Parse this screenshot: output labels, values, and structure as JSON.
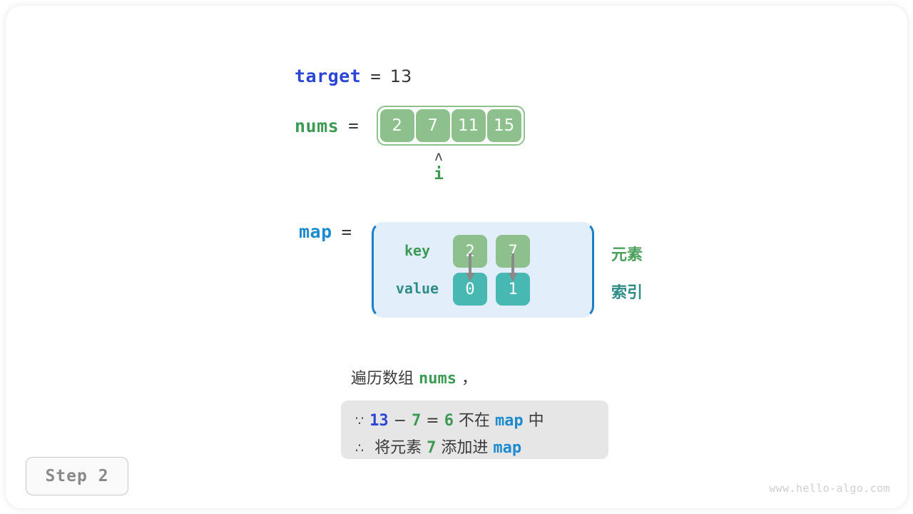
{
  "figure": {
    "step_label": "Step 2",
    "watermark": "www.hello-algo.com"
  },
  "target": {
    "name": "target",
    "equals": "=",
    "value": "13"
  },
  "nums": {
    "name": "nums",
    "equals": "=",
    "cells": [
      "2",
      "7",
      "11",
      "15"
    ],
    "pointer": {
      "caret": "ʌ",
      "label": "i",
      "index": 1
    }
  },
  "map": {
    "name": "map",
    "equals": "=",
    "key_row_label": "key",
    "value_row_label": "value",
    "keys": [
      "2",
      "7"
    ],
    "values": [
      "0",
      "1"
    ],
    "legend": {
      "element": "元素",
      "index": "索引"
    }
  },
  "caption": {
    "line1": {
      "prefix": "遍历数组 ",
      "code": "nums",
      "suffix": " ，"
    },
    "note": {
      "line1": {
        "symbol": "∵",
        "a": "13",
        "minus": " − ",
        "b": "7",
        "eq": " = ",
        "result": "6",
        "mid": " 不在 ",
        "code": "map",
        "tail": " 中"
      },
      "line2": {
        "symbol": "∴",
        "lead": " 将元素 ",
        "num": "7",
        "mid": " 添加进 ",
        "code": "map"
      }
    }
  },
  "colors": {
    "target_blue": "#2c46d4",
    "map_blue": "#1d8bcd",
    "green": "#3c9a54",
    "cell_green": "#8dc08d",
    "cell_teal": "#48b8b2",
    "map_bg": "#e2eefa",
    "map_border": "#1d7fc4",
    "note_bg": "#e6e6e6"
  }
}
